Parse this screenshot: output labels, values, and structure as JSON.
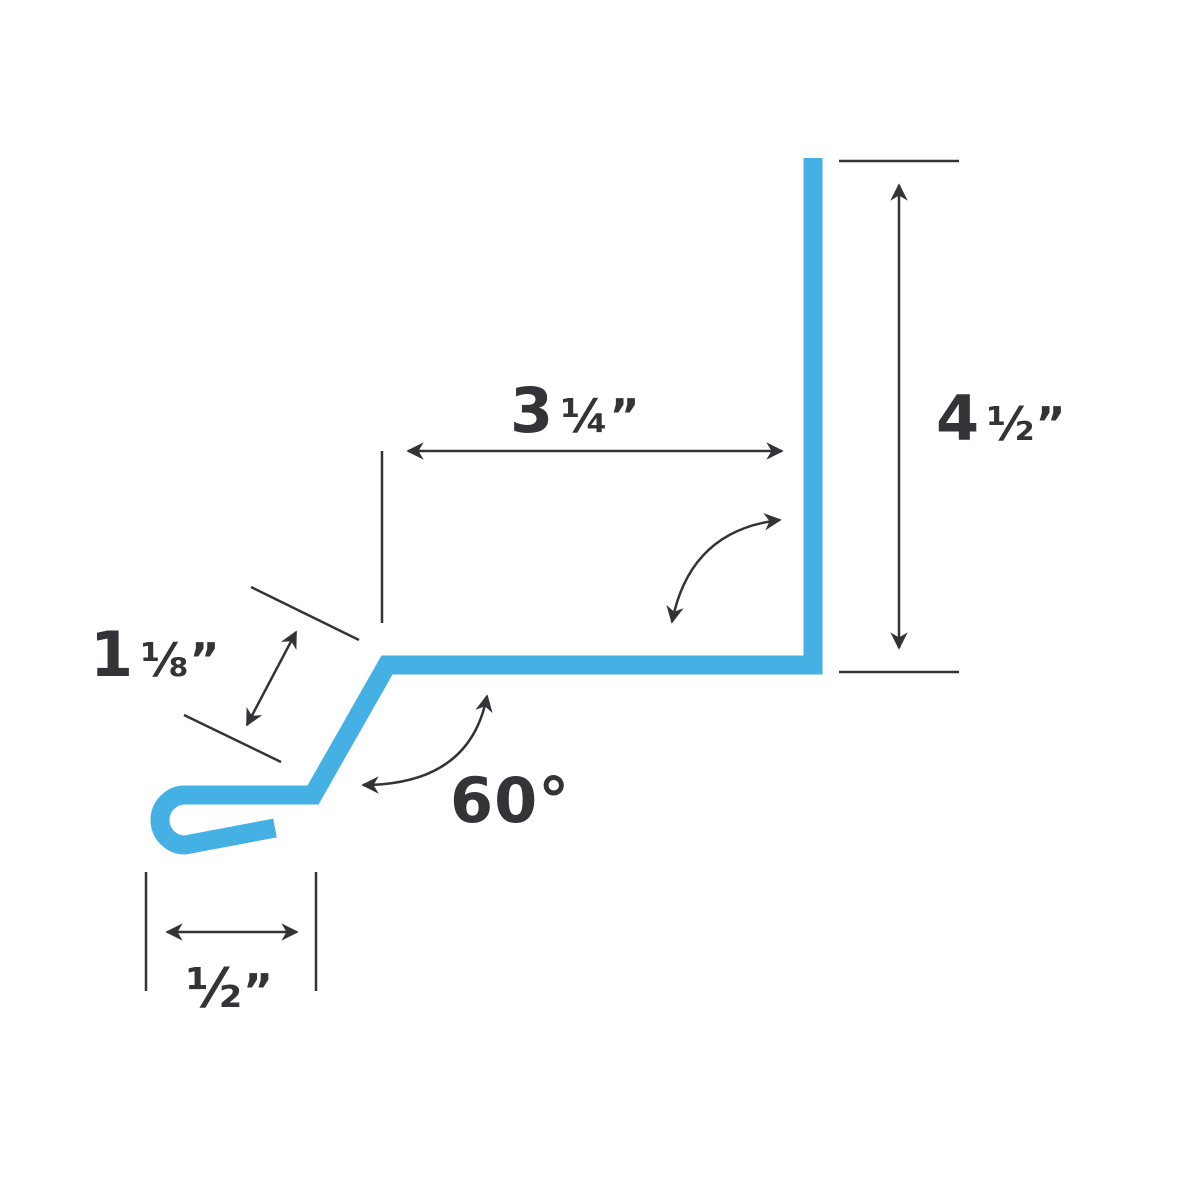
{
  "diagram": {
    "type": "sheet-metal-flashing-profile",
    "colors": {
      "profile": "#45B0E3",
      "dimension_lines": "#333438",
      "text": "#333438",
      "background": "#FFFFFF"
    },
    "dimensions": {
      "vertical_leg": {
        "whole": "4",
        "fraction": "½",
        "unit": "”",
        "full": "4 ½”"
      },
      "horizontal_leg": {
        "whole": "3",
        "fraction": "¼",
        "unit": "”",
        "full": "3 ¼”"
      },
      "angled_leg": {
        "whole": "1",
        "fraction": "⅛",
        "unit": "”",
        "full": "1 ⅛”"
      },
      "hem": {
        "whole": "",
        "fraction": "½",
        "unit": "”",
        "full": "½”"
      },
      "angle": {
        "value": "60°"
      }
    }
  }
}
